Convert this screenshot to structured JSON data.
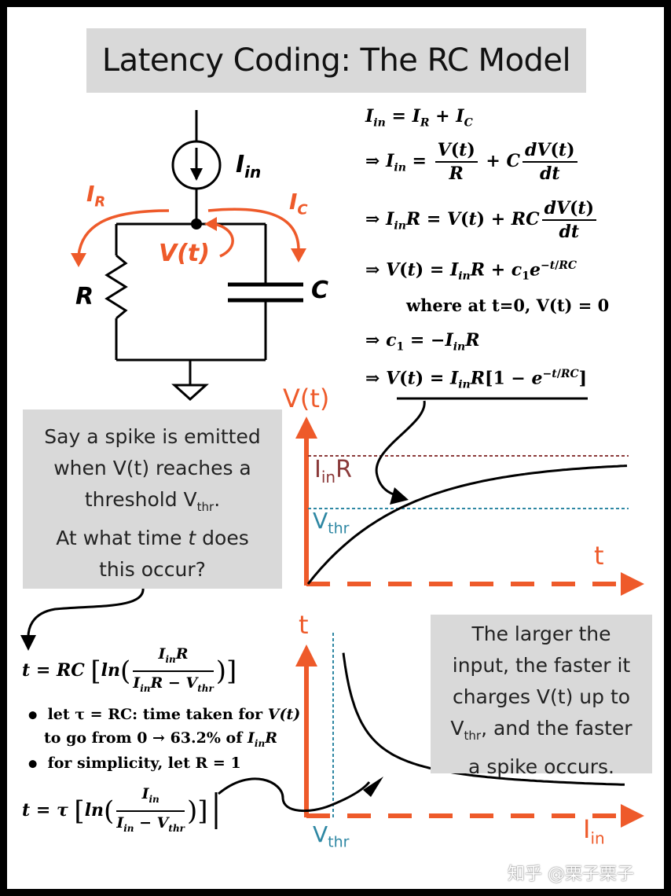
{
  "title": "Latency Coding: The RC Model",
  "circuit": {
    "i_in": "I",
    "i_in_sub": "in",
    "i_r": "I",
    "i_r_sub": "R",
    "i_c": "I",
    "i_c_sub": "C",
    "v_t": "V(t)",
    "r": "R",
    "c": "C"
  },
  "equations": {
    "l1": "I_in = I_R + I_C",
    "l2": "⇒ I_in = V(t)/R + C dV(t)/dt",
    "l3": "⇒ I_in R = V(t) + RC dV(t)/dt",
    "l4": "⇒ V(t) = I_in R + c_1 e^(−t/RC)",
    "l5": "where at t=0, V(t) = 0",
    "l6": "⇒ c_1 = −I_in R",
    "l7": "⇒ V(t) = I_in R[1 − e^(−t/RC)]"
  },
  "question_box": {
    "line1": "Say a spike is emitted",
    "line2": "when V(t) reaches a",
    "line3a": "threshold V",
    "line3sub": "thr",
    "line3b": ".",
    "line4a": "At what time ",
    "line4t": "t",
    "line4b": " does",
    "line5": "this occur?"
  },
  "answer_box": {
    "line1": "The larger the",
    "line2": "input, the faster it",
    "line3": "charges V(t) up to",
    "line4a": "V",
    "line4sub": "thr",
    "line4b": ", and the faster",
    "line5": "a spike occurs."
  },
  "top_graph": {
    "ylabel": "V(t)",
    "xlabel": "t",
    "asymptote": "I",
    "asymptote_sub": "in",
    "asymptote_tail": "R",
    "threshold": "V",
    "threshold_sub": "thr"
  },
  "bottom_graph": {
    "ylabel": "t",
    "xlabel": "I",
    "xlabel_sub": "in",
    "threshold": "V",
    "threshold_sub": "thr"
  },
  "solution": {
    "eq1": "t = RC [ln( I_in R / (I_in R − V_thr) )]",
    "bullet1a": "let τ = RC: time taken for V(t)",
    "bullet1b": "to go from 0 → 63.2% of I_in R",
    "bullet2": "for simplicity, let R = 1",
    "eq2": "t = τ [ln( I_in / (I_in − V_thr) )]"
  },
  "watermark": "知乎 @栗子栗子",
  "colors": {
    "orange": "#ee5a2a",
    "maroon": "#8b3a3a",
    "teal": "#2e87a3",
    "gray": "#d9d9d9"
  }
}
